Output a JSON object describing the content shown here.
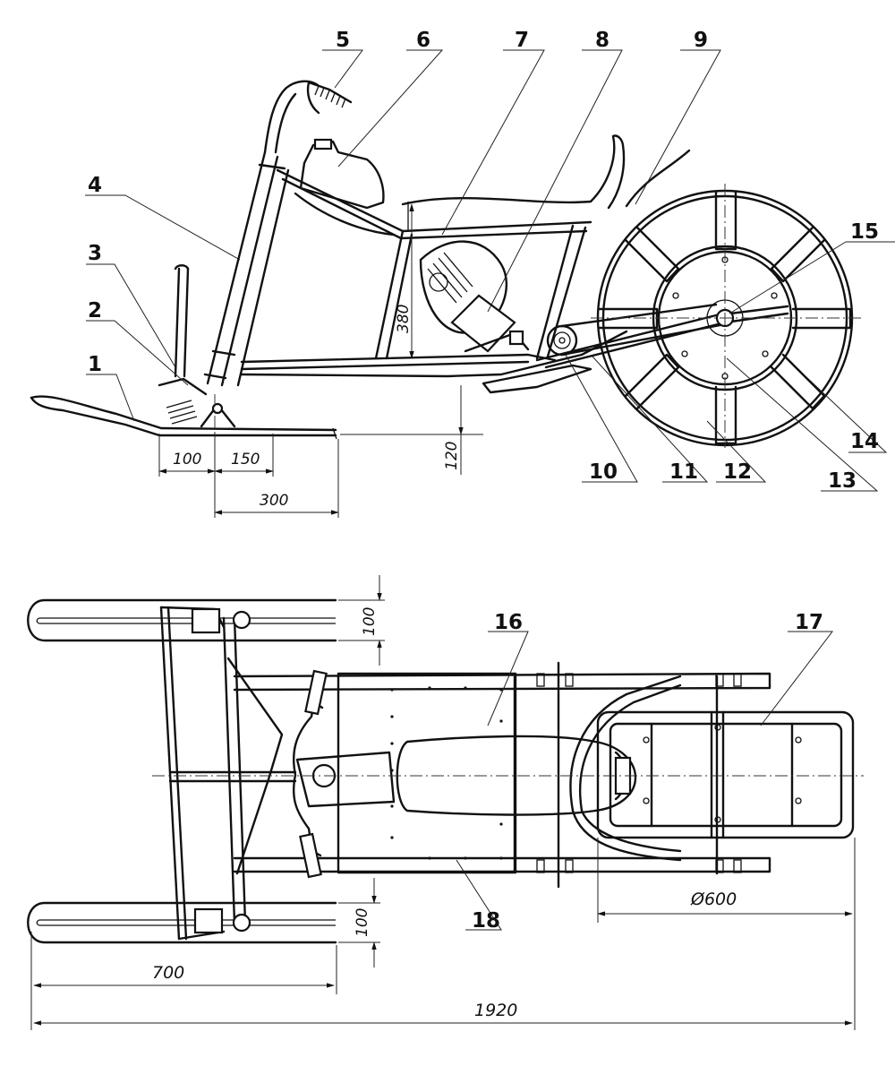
{
  "callouts": {
    "c1": "1",
    "c2": "2",
    "c3": "3",
    "c4": "4",
    "c5": "5",
    "c6": "6",
    "c7": "7",
    "c8": "8",
    "c9": "9",
    "c10": "10",
    "c11": "11",
    "c12": "12",
    "c13": "13",
    "c14": "14",
    "c15": "15",
    "c16": "16",
    "c17": "17",
    "c18": "18"
  },
  "dimensions": {
    "d100_side": "100",
    "d150": "150",
    "d300": "300",
    "d120": "120",
    "d380": "380",
    "d100_top": "100",
    "d100_bottom": "100",
    "d700": "700",
    "d600": "Ø600",
    "d1920": "1920"
  }
}
